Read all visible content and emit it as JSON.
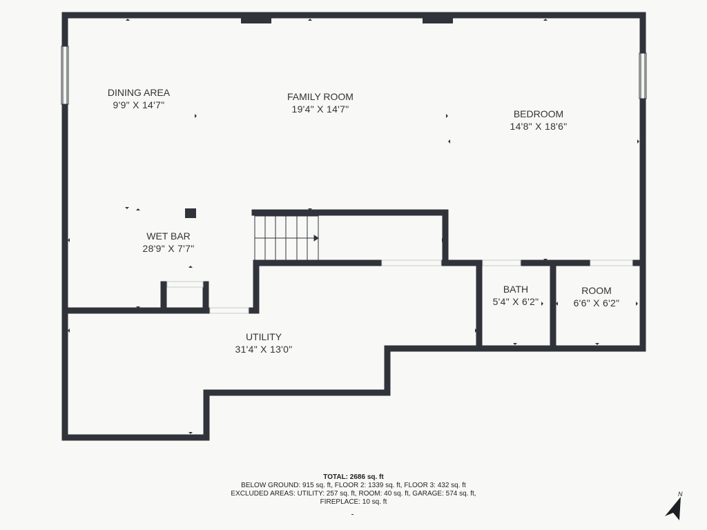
{
  "rooms": [
    {
      "name": "DINING AREA",
      "dimensions": "9'9\" X 14'7\""
    },
    {
      "name": "FAMILY ROOM",
      "dimensions": "19'4\" X 14'7\""
    },
    {
      "name": "BEDROOM",
      "dimensions": "14'8\" X 18'6\""
    },
    {
      "name": "WET BAR",
      "dimensions": "28'9\" X 7'7\""
    },
    {
      "name": "BATH",
      "dimensions": "5'4\" X 6'2\""
    },
    {
      "name": "ROOM",
      "dimensions": "6'6\" X 6'2\""
    },
    {
      "name": "UTILITY",
      "dimensions": "31'4\" X 13'0\""
    }
  ],
  "summary": {
    "total": "TOTAL: 2686 sq. ft",
    "line1": "BELOW GROUND: 915 sq. ft, FLOOR 2: 1339 sq. ft, FLOOR 3: 432 sq. ft",
    "line2": "EXCLUDED AREAS: UTILITY: 257 sq. ft, ROOM: 40 sq. ft, GARAGE: 574 sq. ft,",
    "line3": "FIREPLACE: 10 sq. ft"
  },
  "compass": {
    "label": "N"
  },
  "colors": {
    "wall": "#30343a",
    "floor": "#f8f8f6",
    "window": "#e9eee9"
  }
}
